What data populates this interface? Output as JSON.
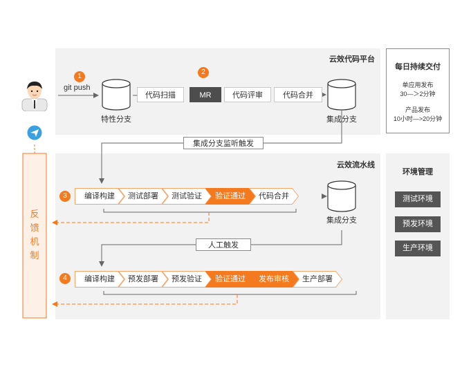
{
  "colors": {
    "accent": "#f47a20",
    "panel_bg": "#f2f2f2",
    "dark_step": "#4d4d4d",
    "env_button": "#555555"
  },
  "developer": {
    "icon": "developer-avatar-icon",
    "git_label": "git push"
  },
  "feedback_label": "反\n馈\n机\n制",
  "code_platform": {
    "title": "云效代码平台",
    "feature_branch": "特性分支",
    "steps": [
      "代码扫描",
      "MR",
      "代码评审",
      "代码合并"
    ],
    "integration_branch": "集成分支",
    "badges": [
      "1",
      "2"
    ]
  },
  "trigger_merge": "集成分支监听触发",
  "pipeline": {
    "title": "云效流水线",
    "row3": {
      "badge": "3",
      "steps": [
        "编译构建",
        "测试部署",
        "测试验证",
        "验证通过",
        "代码合并"
      ],
      "highlight": [
        3
      ]
    },
    "integration_branch": "集成分支",
    "manual_trigger": "人工触发",
    "row4": {
      "badge": "4",
      "steps": [
        "编译构建",
        "预发部署",
        "预发验证",
        "验证通过",
        "发布审核",
        "生产部署"
      ],
      "highlight": [
        3,
        4
      ]
    }
  },
  "daily_delivery": {
    "title": "每日持续交付",
    "app_release_label": "单应用发布",
    "app_release_value": "30—＞2分钟",
    "product_release_label": "产品发布",
    "product_release_value": "10小时—>20分钟"
  },
  "environment": {
    "title": "环境管理",
    "items": [
      "测试环境",
      "预发环境",
      "生产环境"
    ]
  }
}
